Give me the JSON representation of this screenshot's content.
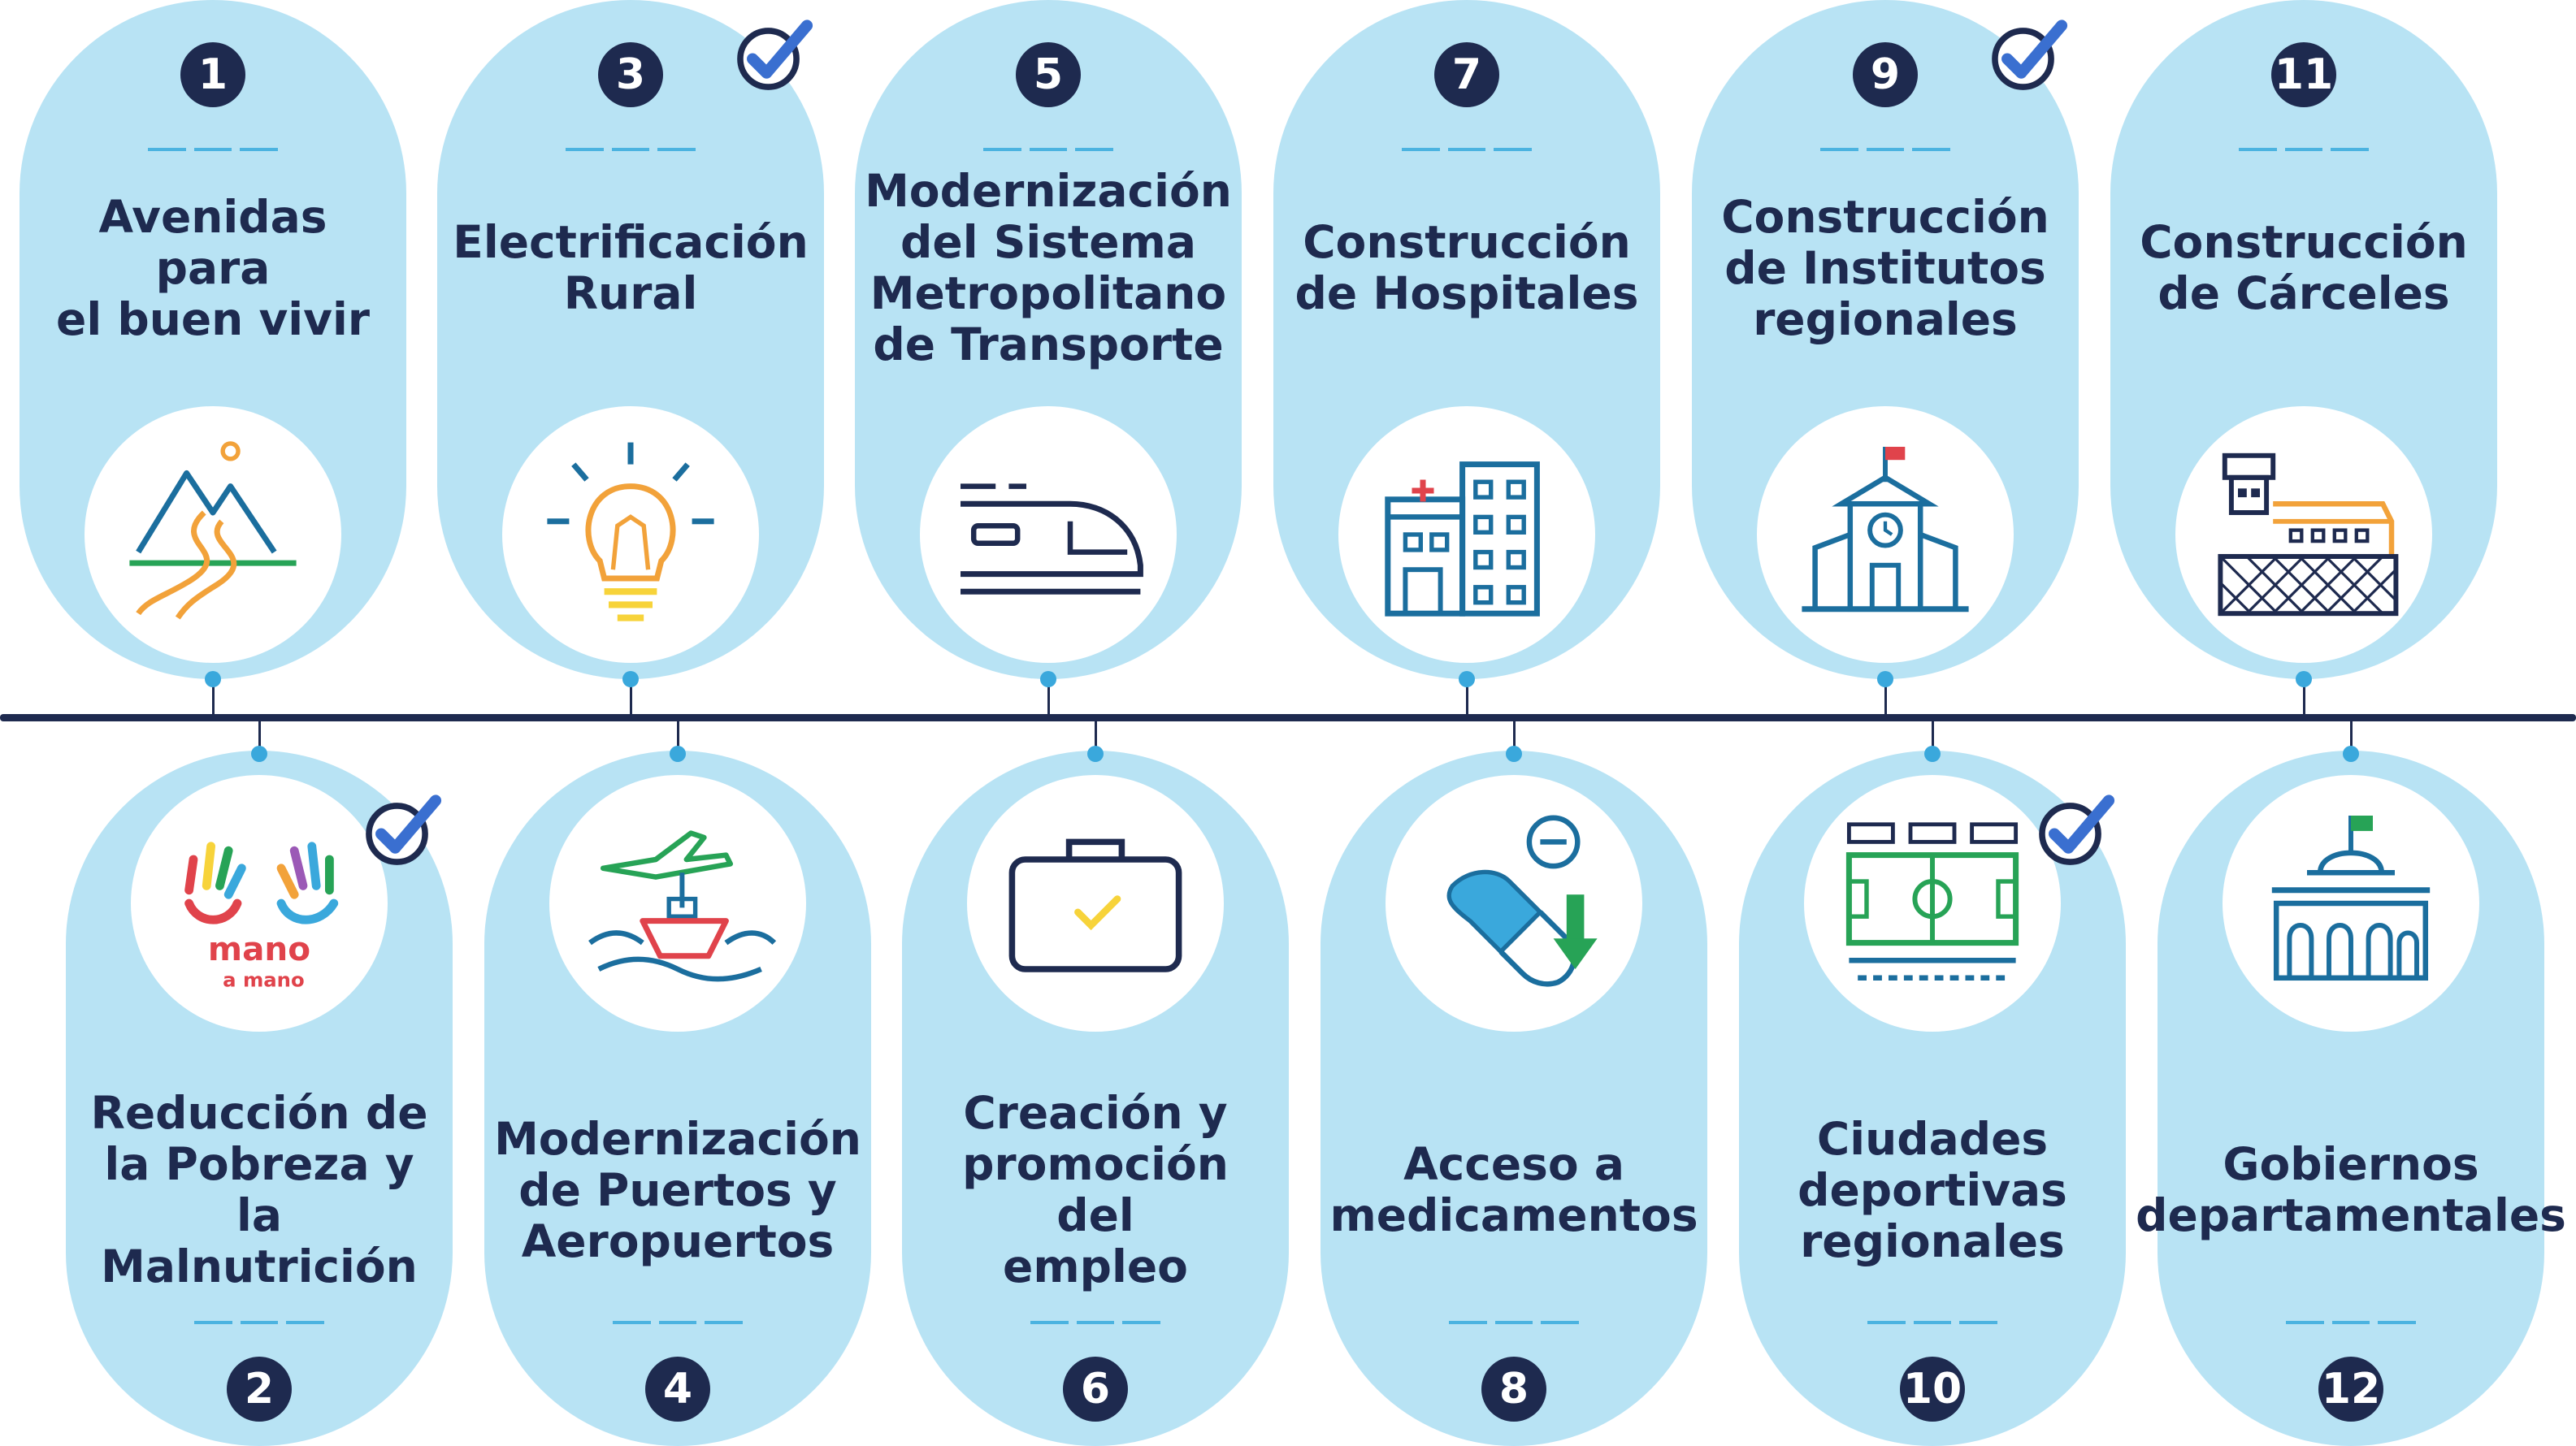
{
  "colors": {
    "pill": "#b8e3f4",
    "navy": "#1e2a4f",
    "accent_blue": "#3aa8dc",
    "check_blue": "#3a6fd0",
    "icon_orange": "#f2a23a",
    "icon_yellow": "#f7d33a",
    "icon_teal": "#1b6e9e",
    "icon_green": "#27a356",
    "icon_red": "#e0434b"
  },
  "timeline": {
    "items": [
      {
        "number": "1",
        "title": "Avenidas para\nel buen vivir",
        "position": "top",
        "icon": "mountain-road-icon",
        "checked": false
      },
      {
        "number": "2",
        "title": "Reducción de\nla Pobreza y\nla Malnutrición",
        "position": "bottom",
        "icon": "mano-a-mano-logo",
        "checked": true
      },
      {
        "number": "3",
        "title": "Electrificación\nRural",
        "position": "top",
        "icon": "lightbulb-icon",
        "checked": true
      },
      {
        "number": "4",
        "title": "Modernización\nde Puertos y\nAeropuertos",
        "position": "bottom",
        "icon": "plane-ship-icon",
        "checked": false
      },
      {
        "number": "5",
        "title": "Modernización\ndel Sistema\nMetropolitano\nde Transporte",
        "position": "top",
        "icon": "train-icon",
        "checked": false
      },
      {
        "number": "6",
        "title": "Creación y\npromoción del\nempleo",
        "position": "bottom",
        "icon": "briefcase-icon",
        "checked": false
      },
      {
        "number": "7",
        "title": "Construcción\nde Hospitales",
        "position": "top",
        "icon": "hospital-icon",
        "checked": false
      },
      {
        "number": "8",
        "title": "Acceso a\nmedicamentos",
        "position": "bottom",
        "icon": "medicine-icon",
        "checked": false
      },
      {
        "number": "9",
        "title": "Construcción\nde Institutos\nregionales",
        "position": "top",
        "icon": "school-icon",
        "checked": true
      },
      {
        "number": "10",
        "title": "Ciudades\ndeportivas\nregionales",
        "position": "bottom",
        "icon": "stadium-icon",
        "checked": true
      },
      {
        "number": "11",
        "title": "Construcción\nde Cárceles",
        "position": "top",
        "icon": "prison-icon",
        "checked": false
      },
      {
        "number": "12",
        "title": "Gobiernos\ndepartamentales",
        "position": "bottom",
        "icon": "government-building-icon",
        "checked": false
      }
    ]
  },
  "logo": {
    "line1": "mano",
    "line2": "a mano"
  }
}
